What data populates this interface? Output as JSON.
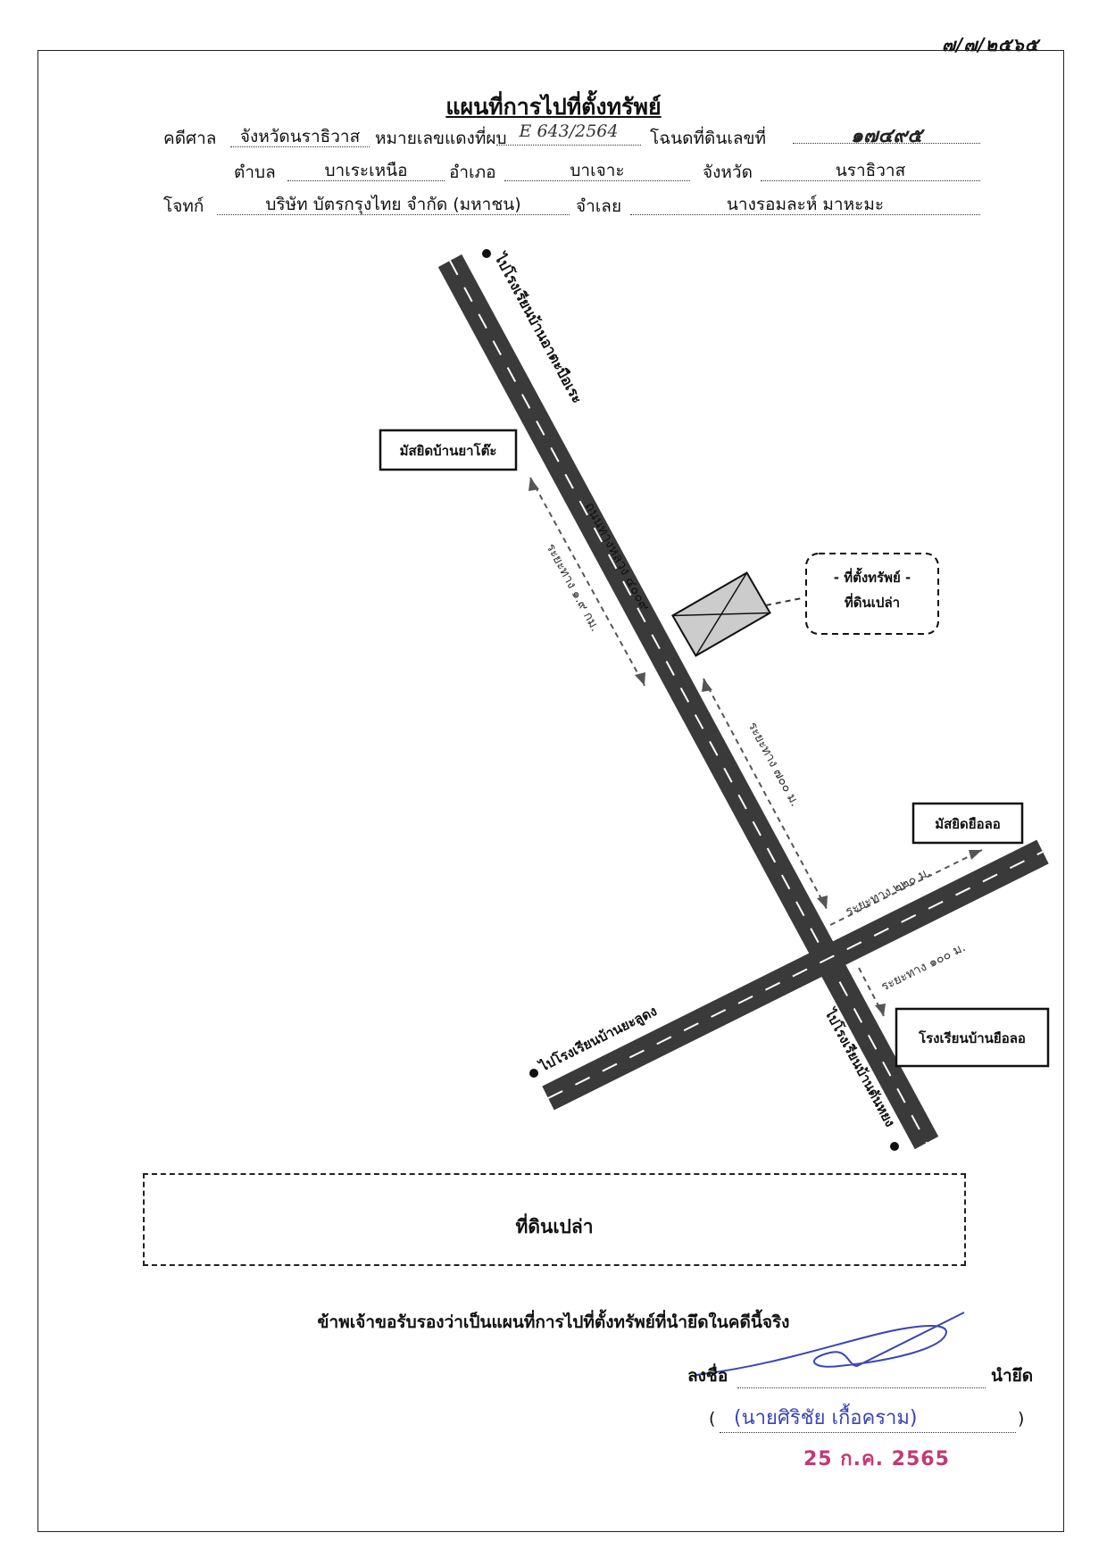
{
  "date_top": "๗/๗/๒๕๖๕",
  "title": "แผนที่การไปที่ตั้งทรัพย์",
  "header": {
    "court_label": "คดีศาล",
    "court_value": "จังหวัดนราธิวาส",
    "red_case_label": "หมายเลขแดงที่ผบ",
    "red_case_value": "E 643/2564",
    "deed_label": "โฉนดที่ดินเลขที่",
    "deed_value": "๑๗๔๙๕",
    "subdistrict_label": "ตำบล",
    "subdistrict_value": "บาเระเหนือ",
    "district_label": "อำเภอ",
    "district_value": "บาเจาะ",
    "province_label": "จังหวัด",
    "province_value": "นราธิวาส",
    "plaintiff_label": "โจทก์",
    "plaintiff_value": "บริษัท บัตรกรุงไทย จำกัด (มหาชน)",
    "defendant_label": "จำเลย",
    "defendant_value": "นางรอมละห์ มาหะมะ"
  },
  "map": {
    "to_school_north": "ไปโรงเรียนบ้านอาตะบือเระ",
    "road_name": "ถนนทางหลวง ๔๐๐๙",
    "mosque_yatoh": "มัสยิดบ้านยาโต๊ะ",
    "mosque_yuelo": "มัสยิดยือลอ",
    "school_yuelo": "โรงเรียนบ้านยือลอ",
    "property_line1": "- ที่ตั้งทรัพย์ -",
    "property_line2": "ที่ดินเปล่า",
    "dist_1": "ระยะทาง ๑.๙ กม.",
    "dist_2": "ระยะทาง ๗๐๐ ม.",
    "dist_3": "ระยะทาง ๒๒๐ ม.",
    "dist_4": "ระยะทาง ๑๐๐ ม.",
    "to_school_west": "ไปโรงเรียนบ้านยะลูดง",
    "to_school_south": "ไปโรงเรียนบ้านตันหยง"
  },
  "legend_box_text": "ที่ดินเปล่า",
  "certify_text": "ข้าพเจ้าขอรับรองว่าเป็นแผนที่การไปที่ตั้งทรัพย์ที่นำยึดในคดีนี้จริง",
  "signature": {
    "sign_label": "ลงชื่อ",
    "role_label": "นำยึด",
    "name": "(นายศิริชัย เกื้อคราม)",
    "stamp_date": "25 ก.ค. 2565"
  }
}
